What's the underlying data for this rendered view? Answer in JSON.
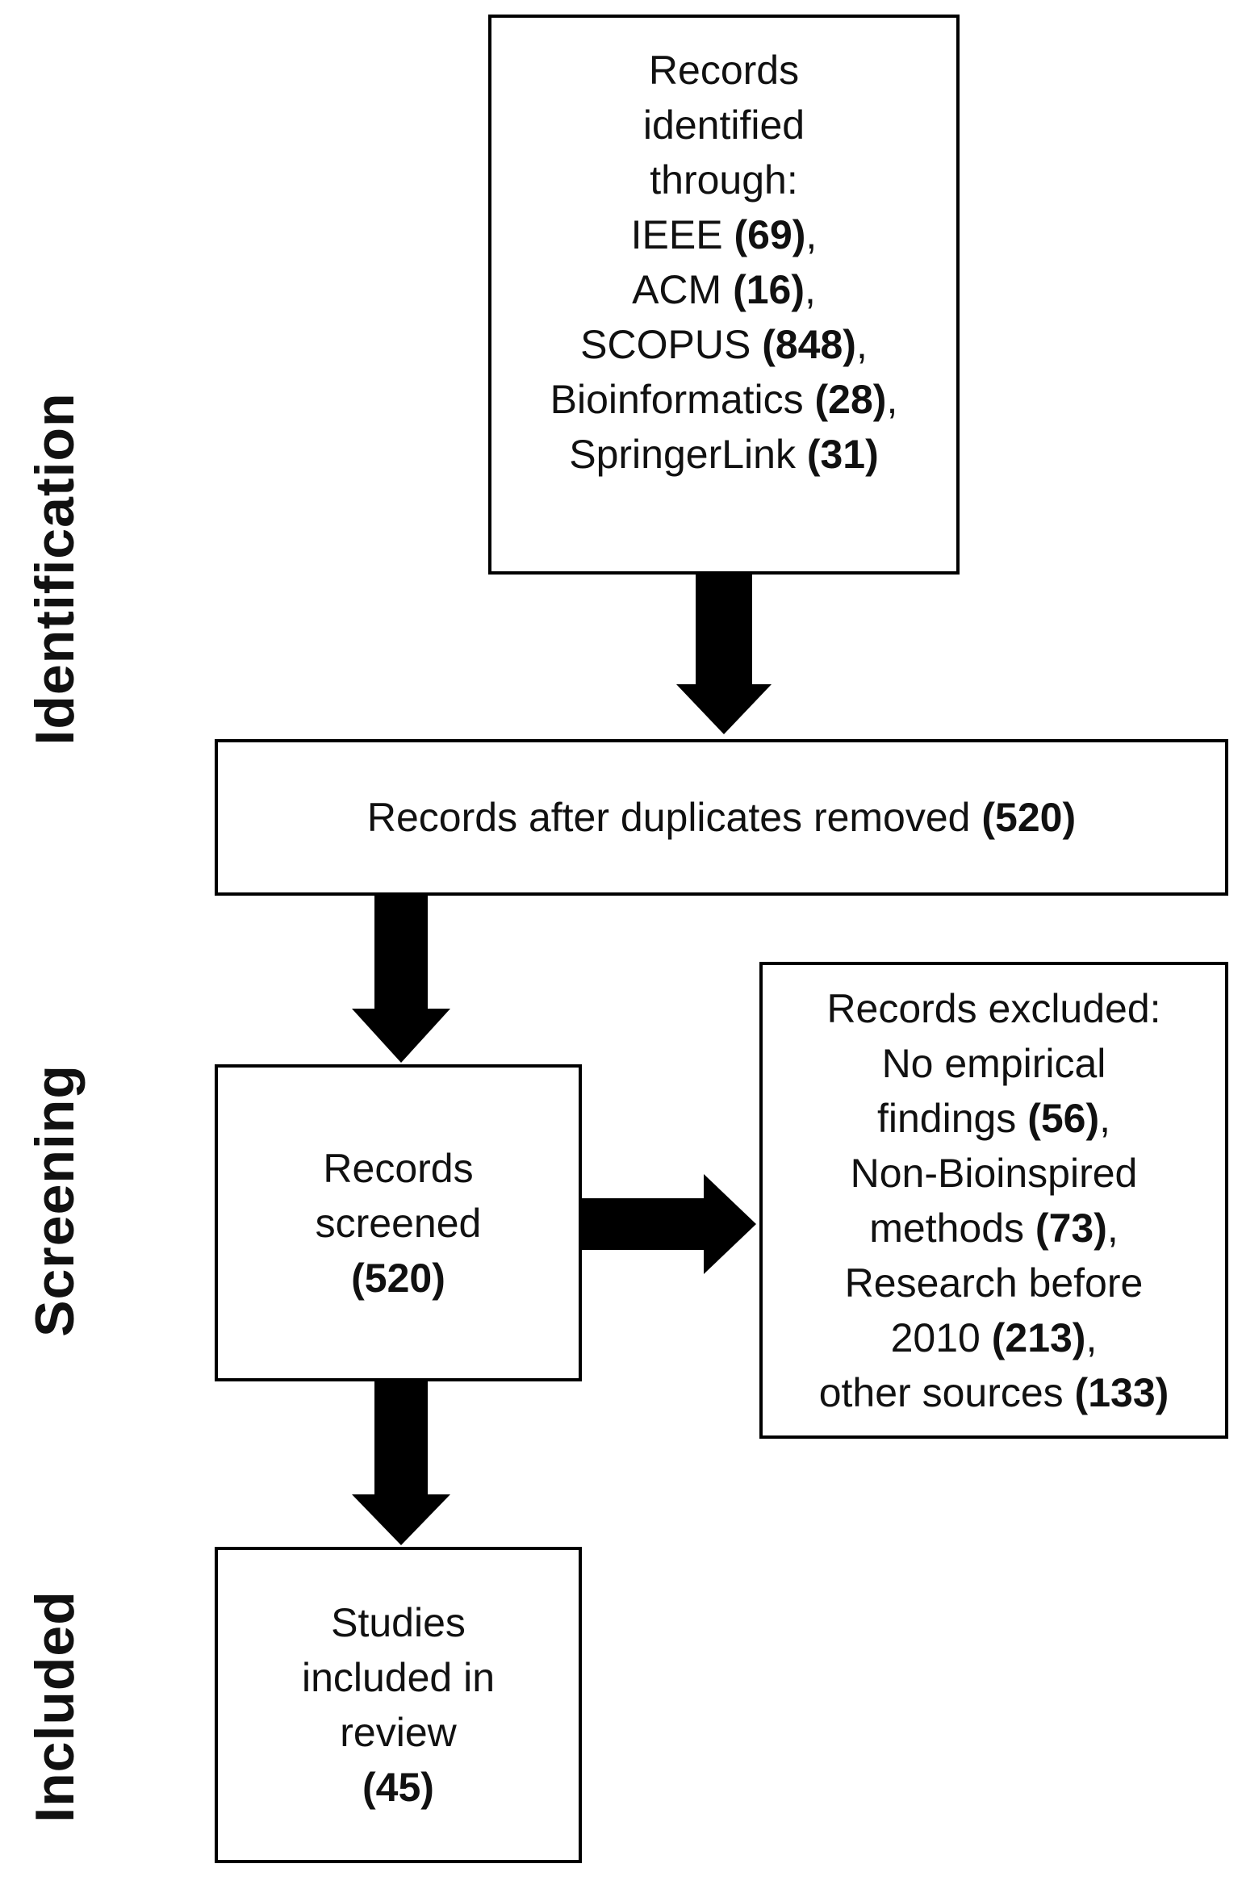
{
  "stages": [
    "Identification",
    "Screening",
    "Included"
  ],
  "boxes": {
    "identified": [
      [
        {
          "t": "Records"
        }
      ],
      [
        {
          "t": "identified"
        }
      ],
      [
        {
          "t": "through:"
        }
      ],
      [
        {
          "t": "IEEE "
        },
        {
          "b": "(69)"
        },
        {
          "t": ","
        }
      ],
      [
        {
          "t": "ACM "
        },
        {
          "b": "(16)"
        },
        {
          "t": ","
        }
      ],
      [
        {
          "t": "SCOPUS "
        },
        {
          "b": "(848)"
        },
        {
          "t": ","
        }
      ],
      [
        {
          "t": "Bioinformatics "
        },
        {
          "b": "(28)"
        },
        {
          "t": ","
        }
      ],
      [
        {
          "t": "SpringerLink "
        },
        {
          "b": "(31)"
        }
      ]
    ],
    "deduplicated": [
      [
        {
          "t": "Records after duplicates removed "
        },
        {
          "b": "(520)"
        }
      ]
    ],
    "screened": [
      [
        {
          "t": "Records"
        }
      ],
      [
        {
          "t": "screened"
        }
      ],
      [
        {
          "b": "(520)"
        }
      ]
    ],
    "excluded": [
      [
        {
          "t": "Records excluded:"
        }
      ],
      [
        {
          "t": "No empirical"
        }
      ],
      [
        {
          "t": "findings "
        },
        {
          "b": "(56)"
        },
        {
          "t": ","
        }
      ],
      [
        {
          "t": "Non-Bioinspired"
        }
      ],
      [
        {
          "t": "methods "
        },
        {
          "b": "(73)"
        },
        {
          "t": ","
        }
      ],
      [
        {
          "t": "Research before"
        }
      ],
      [
        {
          "t": "2010 "
        },
        {
          "b": "(213)"
        },
        {
          "t": ","
        }
      ],
      [
        {
          "t": "other sources "
        },
        {
          "b": "(133)"
        }
      ]
    ],
    "included": [
      [
        {
          "t": "Studies"
        }
      ],
      [
        {
          "t": "included in"
        }
      ],
      [
        {
          "t": "review"
        }
      ],
      [
        {
          "b": "(45)"
        }
      ]
    ]
  }
}
